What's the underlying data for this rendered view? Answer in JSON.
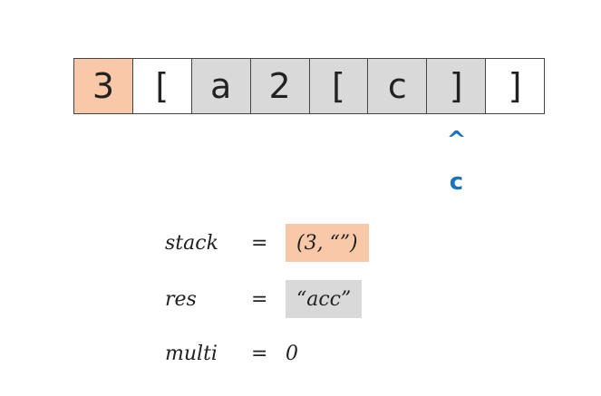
{
  "array": [
    {
      "char": "3",
      "style": "peach"
    },
    {
      "char": "[",
      "style": "white"
    },
    {
      "char": "a",
      "style": "gray"
    },
    {
      "char": "2",
      "style": "gray"
    },
    {
      "char": "[",
      "style": "gray"
    },
    {
      "char": "c",
      "style": "gray"
    },
    {
      "char": "]",
      "style": "gray"
    },
    {
      "char": "]",
      "style": "white"
    }
  ],
  "pointer": {
    "caret": "^",
    "label": "c",
    "index": 6
  },
  "variables": [
    {
      "name": "stack",
      "eq": "=",
      "value": "(3, “”)",
      "style": "peach"
    },
    {
      "name": "res",
      "eq": "=",
      "value": "“acc”",
      "style": "gray"
    },
    {
      "name": "multi",
      "eq": "=",
      "value": "0",
      "style": "plain"
    }
  ],
  "colors": {
    "peach": "#f8c8a8",
    "gray": "#d9d9d9",
    "pointer": "#1a73c0"
  }
}
